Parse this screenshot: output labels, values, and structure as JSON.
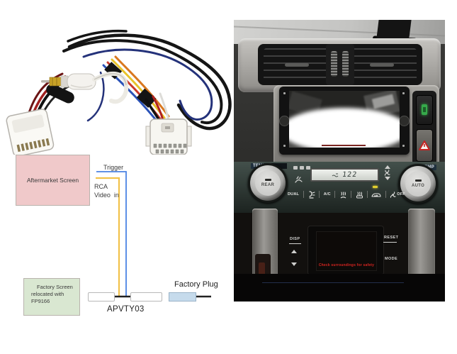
{
  "wiring_diagram": {
    "aftermarket_screen_label": "Aftermarket Screen",
    "trigger_label": "Trigger",
    "rca_line1": "RCA",
    "rca_line2": "Video  in",
    "factory_screen_line1": "Factory Screen",
    "factory_screen_line2": "relocated with",
    "factory_screen_line3": "FP9166",
    "harness_part_number": "APVTY03",
    "factory_plug_label": "Factory Plug",
    "wire_colors": {
      "trigger_wire": "#4b83e3",
      "rca_video_wire": "#f2c24a"
    },
    "box_colors": {
      "aftermarket_screen": "#f0c9ca",
      "factory_screen": "#d9e7d1",
      "factory_plug": "#c6dbec"
    }
  },
  "dashboard_photo": {
    "climate_panel": {
      "temp_label_left": "TEMP",
      "temp_label_right": "TEMP",
      "knob_left_label": "REAR",
      "knob_right_label": "AUTO",
      "lcd_value": "122",
      "buttons": {
        "dual": "DUAL",
        "ac": "A/C",
        "fan_off": "OFF"
      }
    },
    "display_panel": {
      "disp_label": "DISP",
      "reset_label": "RESET",
      "mode_label": "MODE",
      "warning_message": "Check surroundings for safety"
    },
    "icons": {
      "hazard-icon": "red warning triangle",
      "power-led-icon": "green indicator pill",
      "fan-icon": "fan blades",
      "airflow-mode-icon": "seat with airflow",
      "front-defrost-icon": "windshield defrost",
      "rear-defrost-icon": "rear window defrost",
      "recirculate-icon": "car with recirculation arrow",
      "washer-icon": "washer spray",
      "up-arrow-icon": "chevron up",
      "down-arrow-icon": "chevron down"
    }
  }
}
